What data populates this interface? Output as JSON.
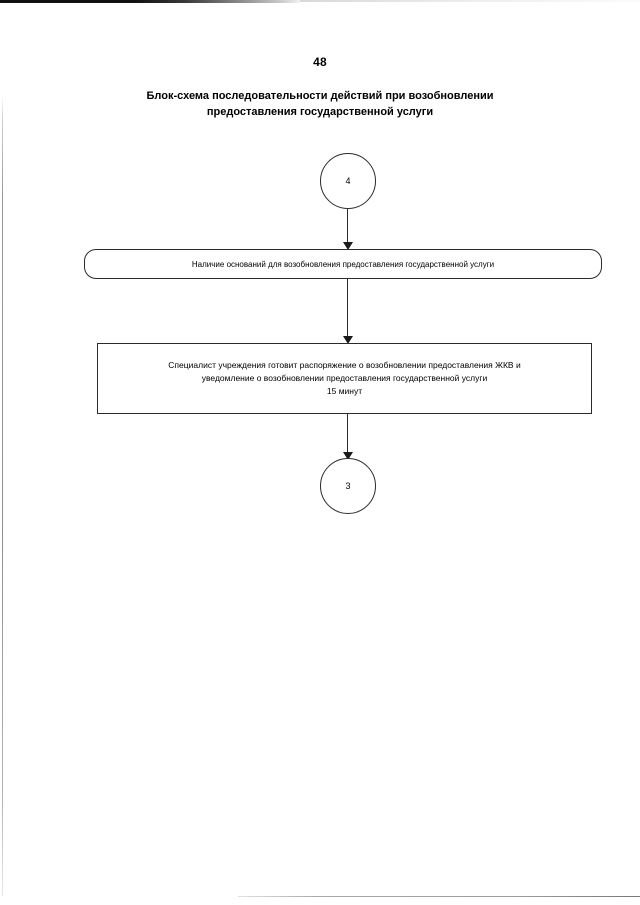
{
  "document": {
    "page_number": "48",
    "title_line_1": "Блок-схема последовательности действий при возобновлении",
    "title_line_2": "предоставления государственной услуги"
  },
  "flowchart": {
    "type": "flowchart",
    "nodes": [
      {
        "id": "start-connector",
        "shape": "circle",
        "label": "4"
      },
      {
        "id": "condition",
        "shape": "rounded-rectangle",
        "label": "Наличие оснований для возобновления предоставления государственной услуги"
      },
      {
        "id": "process",
        "shape": "rectangle",
        "line_1": "Специалист учреждения готовит распоряжение о возобновлении предоставления ЖКВ и",
        "line_2": "уведомление о возобновлении предоставления государственной услуги",
        "line_3": "15 минут"
      },
      {
        "id": "end-connector",
        "shape": "circle",
        "label": "3"
      }
    ],
    "colors": {
      "stroke": "#2b2b2b",
      "fill": "#ffffff",
      "text": "#000000"
    }
  }
}
